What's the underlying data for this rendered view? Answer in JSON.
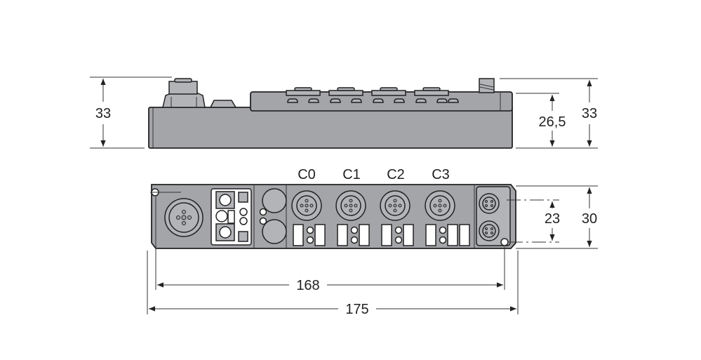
{
  "side_view": {
    "dim_left_height": "33",
    "dim_right_module_height": "26,5",
    "dim_right_height": "33"
  },
  "front_view": {
    "channels": [
      "C0",
      "C1",
      "C2",
      "C3"
    ],
    "dim_inner_height": "23",
    "dim_height": "30",
    "dim_hole_spacing": "168",
    "dim_length": "175"
  },
  "colors": {
    "housing": "#a4a5a9",
    "line": "#222222"
  }
}
